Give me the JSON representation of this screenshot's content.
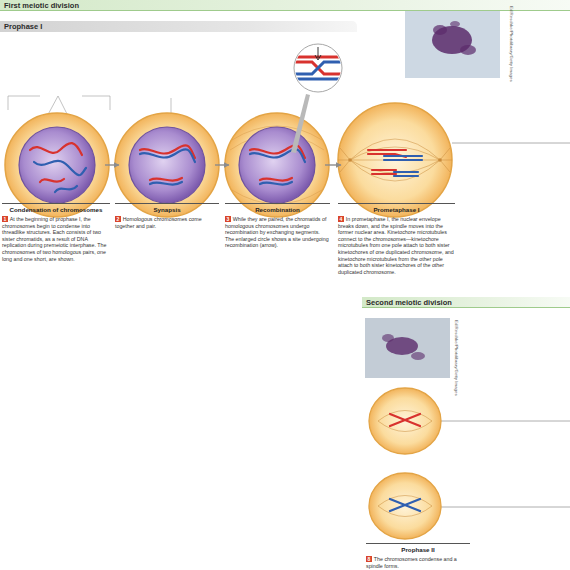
{
  "diagram": {
    "nodes": [
      {
        "text": [
          "First meiotic division"
        ]
      },
      {
        "text": [
          "Prophase I"
        ]
      },
      {
        "text": [
          "Condensation of chromosomes",
          "1",
          "At the beginning of prophase I, the chromosomes begin to condense into threadlike structures. Each consists of two sister chromatids, as a result of DNA replication during premeiotic interphase. The chromosomes of two homologous pairs, one long and one short, are shown."
        ]
      },
      {
        "text": [
          "Synapsis",
          "2",
          "Homologous chromosomes come together and pair."
        ]
      },
      {
        "text": [
          "Recombination",
          "3",
          "While they are paired, the chromatids of homologous chromosomes undergo recombination by exchanging segments. The enlarged circle shows a site undergoing recombination (arrow)."
        ]
      },
      {
        "text": [
          "Prometaphase I",
          "4",
          "In prometaphase I, the nuclear envelope breaks down, and the spindle moves into the former nuclear area. Kinetochore microtubules connect to the chromosomes—kinetochore microtubules from one pole attach to both sister kinetochores of one duplicated chromosome, and kinetochore microtubules from the other pole attach to both sister kinetochores of the other duplicated chromosome."
        ]
      },
      {
        "text": [
          "Second meiotic division"
        ]
      },
      {
        "text": [
          "Prophase II",
          "8",
          "The chromosomes condense and a spindle forms."
        ]
      }
    ],
    "edges": [
      {
        "from": 2,
        "to": 3,
        "arrow": "to"
      },
      {
        "from": 3,
        "to": 4,
        "arrow": "to"
      },
      {
        "from": 4,
        "to": 5,
        "arrow": "to"
      }
    ],
    "labels": [
      "Ed Reschke/Photolibrary/Getty Images",
      "Ed Reschke/Photolibrary/Getty Images"
    ]
  }
}
